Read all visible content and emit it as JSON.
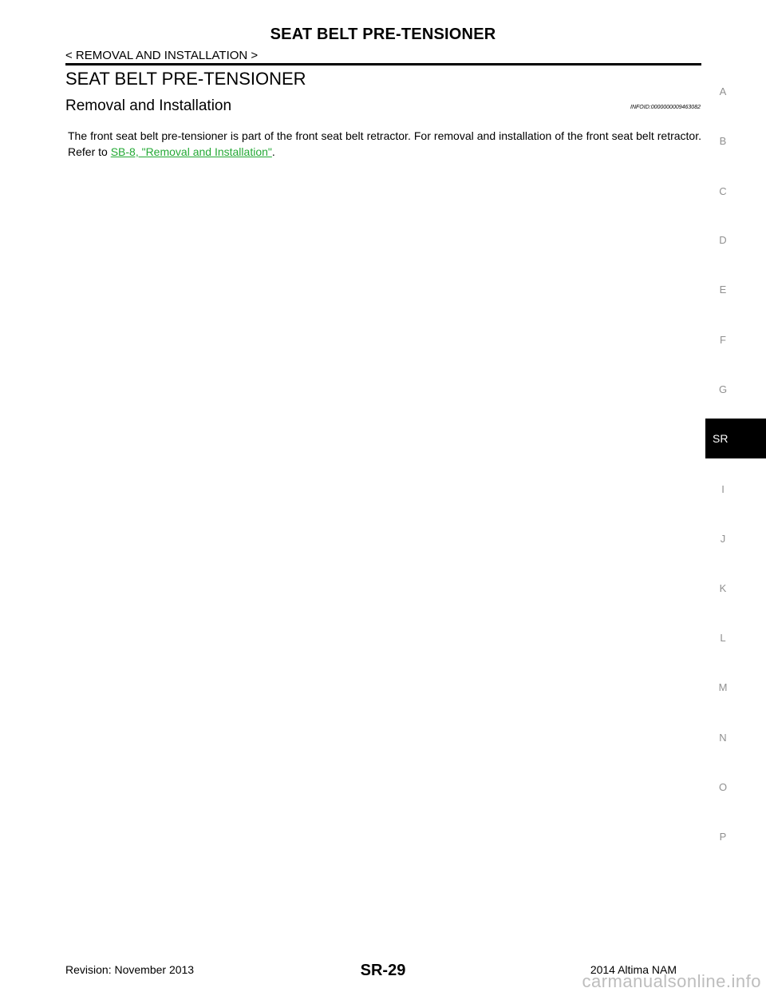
{
  "header": {
    "running_title": "SEAT BELT PRE-TENSIONER",
    "breadcrumb": "< REMOVAL AND INSTALLATION >"
  },
  "section": {
    "title": "SEAT BELT PRE-TENSIONER",
    "subsection_title": "Removal and Installation",
    "info_id": "INFOID:0000000009463082",
    "body_before_link": "The front seat belt pre-tensioner is part of the front seat belt retractor. For removal and installation of the front seat belt retractor. Refer to ",
    "link_text": "SB-8, \"Removal and Installation\"",
    "body_after_link": ".",
    "link_color": "#24a935"
  },
  "tab_index": {
    "letters": [
      "A",
      "B",
      "C",
      "D",
      "E",
      "F",
      "G",
      "SR",
      "I",
      "J",
      "K",
      "L",
      "M",
      "N",
      "O",
      "P"
    ],
    "active": "SR"
  },
  "footer": {
    "revision": "Revision: November 2013",
    "page_number": "SR-29",
    "model": "2014 Altima NAM",
    "watermark": "carmanualsonline.info"
  }
}
